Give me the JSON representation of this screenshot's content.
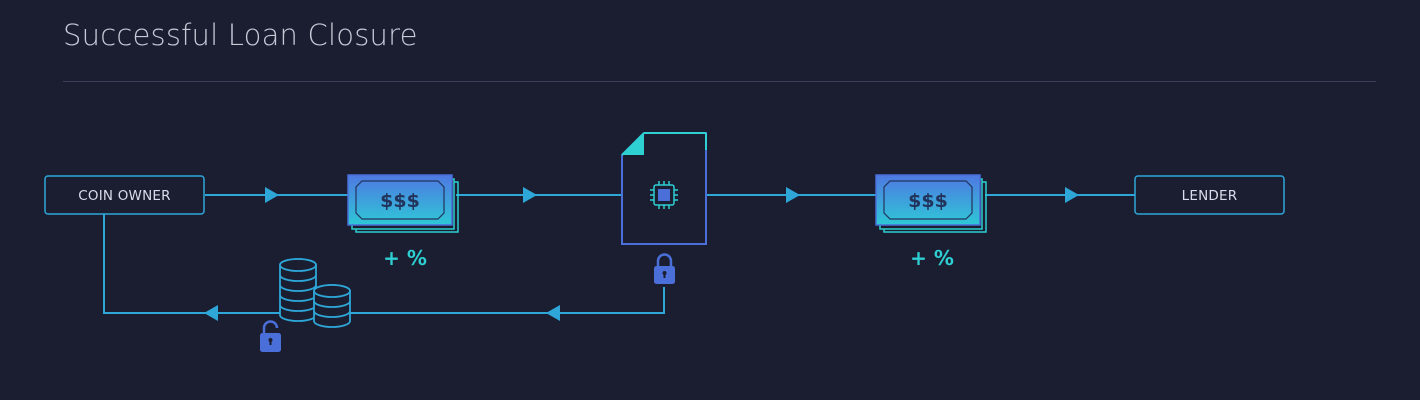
{
  "page": {
    "title": "Successful Loan Closure"
  },
  "nodes": {
    "coin_owner": "COIN OWNER",
    "lender": "LENDER"
  },
  "bills": {
    "left_label": "$$$",
    "left_interest": "+ %",
    "right_label": "$$$",
    "right_interest": "+ %"
  },
  "icons": {
    "contract": "smart-contract-document-icon",
    "chip": "chip-icon",
    "lock": "lock-icon",
    "unlock": "unlock-icon",
    "coins": "coin-stack-icon",
    "money": "money-bill-icon"
  },
  "colors": {
    "background": "#1b1e31",
    "line": "#2ea6d8",
    "accent_teal": "#2ecfd2",
    "accent_blue": "#4a6fd8",
    "text": "#c6c9d6"
  }
}
